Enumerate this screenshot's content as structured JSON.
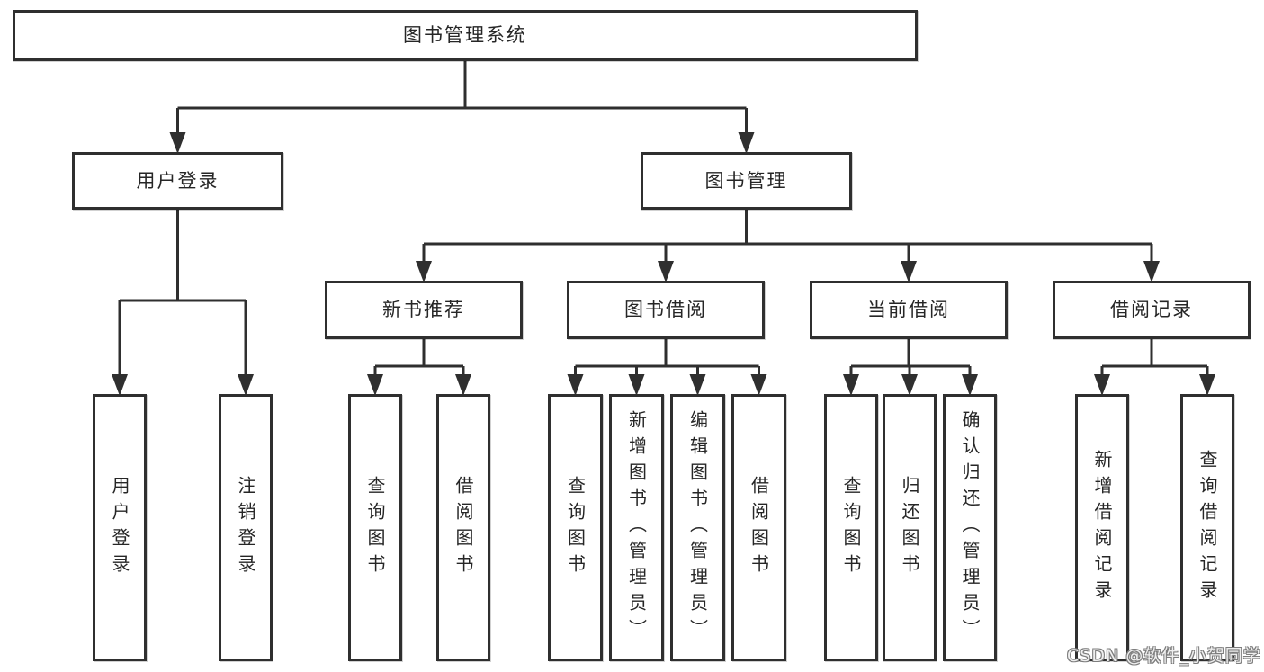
{
  "diagram_title": "图书管理系统",
  "watermark": {
    "text": "CSDN @软件_小贺同学"
  },
  "colors": {
    "line": "#2f2f2f",
    "box_border": "#2f2f2f",
    "box_background": "#ffffff",
    "text": "#262626",
    "page_background": "#ffffff",
    "watermark_fill": "#efefef",
    "watermark_outline": "#7d7d7d"
  },
  "nodes": [
    {
      "id": "root",
      "label": "图书管理系统"
    },
    {
      "id": "user-login",
      "label": "用户登录"
    },
    {
      "id": "book-mgmt",
      "label": "图书管理"
    },
    {
      "id": "new-books",
      "label": "新书推荐"
    },
    {
      "id": "book-borrow",
      "label": "图书借阅"
    },
    {
      "id": "current-borrow",
      "label": "当前借阅"
    },
    {
      "id": "borrow-records",
      "label": "借阅记录"
    },
    {
      "id": "login",
      "label": "用户登录"
    },
    {
      "id": "logout",
      "label": "注销登录"
    },
    {
      "id": "nb-query",
      "label": "查询图书"
    },
    {
      "id": "nb-borrow",
      "label": "借阅图书"
    },
    {
      "id": "bb-query",
      "label": "查询图书"
    },
    {
      "id": "bb-add",
      "label": "新增图书（管理员）"
    },
    {
      "id": "bb-edit",
      "label": "编辑图书（管理员）"
    },
    {
      "id": "bb-borrow",
      "label": "借阅图书"
    },
    {
      "id": "cb-query",
      "label": "查询图书"
    },
    {
      "id": "cb-return",
      "label": "归还图书"
    },
    {
      "id": "cb-confirm",
      "label": "确认归还（管理员）"
    },
    {
      "id": "br-add",
      "label": "新增借阅记录"
    },
    {
      "id": "br-query",
      "label": "查询借阅记录"
    }
  ],
  "edges": [
    {
      "from": "root",
      "to": [
        "user-login",
        "book-mgmt"
      ]
    },
    {
      "from": "user-login",
      "to": [
        "login",
        "logout"
      ]
    },
    {
      "from": "book-mgmt",
      "to": [
        "new-books",
        "book-borrow",
        "current-borrow",
        "borrow-records"
      ]
    },
    {
      "from": "new-books",
      "to": [
        "nb-query",
        "nb-borrow"
      ]
    },
    {
      "from": "book-borrow",
      "to": [
        "bb-query",
        "bb-add",
        "bb-edit",
        "bb-borrow"
      ]
    },
    {
      "from": "current-borrow",
      "to": [
        "cb-query",
        "cb-return",
        "cb-confirm"
      ]
    },
    {
      "from": "borrow-records",
      "to": [
        "br-add",
        "br-query"
      ]
    }
  ]
}
